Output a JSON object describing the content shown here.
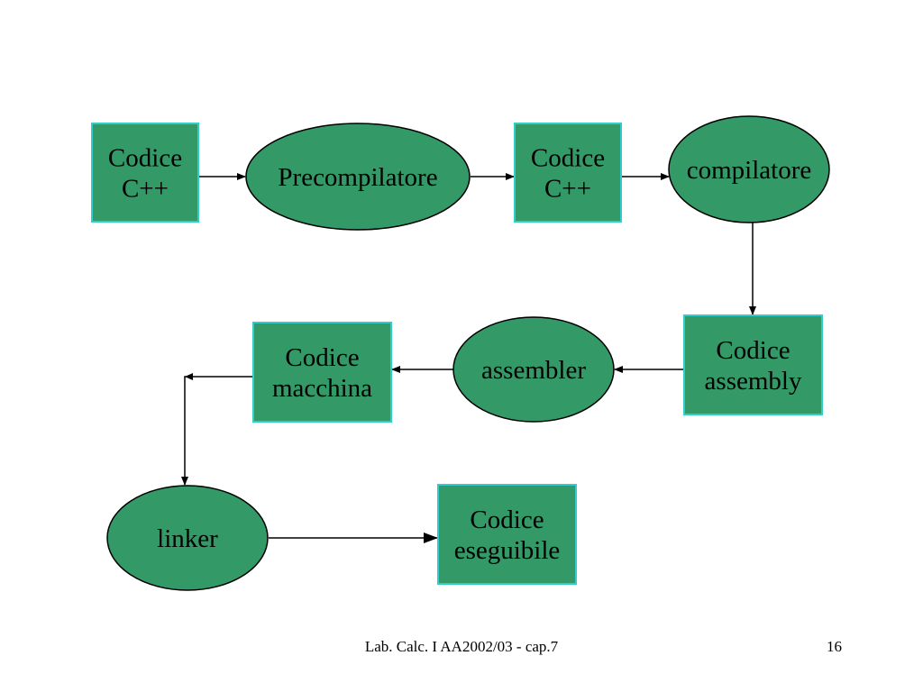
{
  "colors": {
    "node_fill": "#339966",
    "box_border": "#33cccc",
    "ellipse_border": "#000000",
    "arrow": "#000000"
  },
  "nodes": [
    {
      "id": "codice-cpp-1",
      "shape": "box",
      "lines": [
        "Codice",
        "C++"
      ]
    },
    {
      "id": "precompilatore",
      "shape": "ellipse",
      "lines": [
        "Precompilatore"
      ]
    },
    {
      "id": "codice-cpp-2",
      "shape": "box",
      "lines": [
        "Codice",
        "C++"
      ]
    },
    {
      "id": "compilatore",
      "shape": "ellipse",
      "lines": [
        "compilatore"
      ]
    },
    {
      "id": "codice-assembly",
      "shape": "box",
      "lines": [
        "Codice",
        "assembly"
      ]
    },
    {
      "id": "assembler",
      "shape": "ellipse",
      "lines": [
        "assembler"
      ]
    },
    {
      "id": "codice-macchina",
      "shape": "box",
      "lines": [
        "Codice",
        "macchina"
      ]
    },
    {
      "id": "linker",
      "shape": "ellipse",
      "lines": [
        "linker"
      ]
    },
    {
      "id": "codice-eseguibile",
      "shape": "box",
      "lines": [
        "Codice",
        "eseguibile"
      ]
    }
  ],
  "edges": [
    {
      "from": "codice-cpp-1",
      "to": "precompilatore"
    },
    {
      "from": "precompilatore",
      "to": "codice-cpp-2"
    },
    {
      "from": "codice-cpp-2",
      "to": "compilatore"
    },
    {
      "from": "compilatore",
      "to": "codice-assembly"
    },
    {
      "from": "codice-assembly",
      "to": "assembler"
    },
    {
      "from": "assembler",
      "to": "codice-macchina"
    },
    {
      "from": "codice-macchina",
      "to": "linker"
    },
    {
      "from": "linker",
      "to": "codice-eseguibile"
    }
  ],
  "footer": {
    "caption": "Lab. Calc. I AA2002/03 - cap.7",
    "page_number": "16"
  }
}
